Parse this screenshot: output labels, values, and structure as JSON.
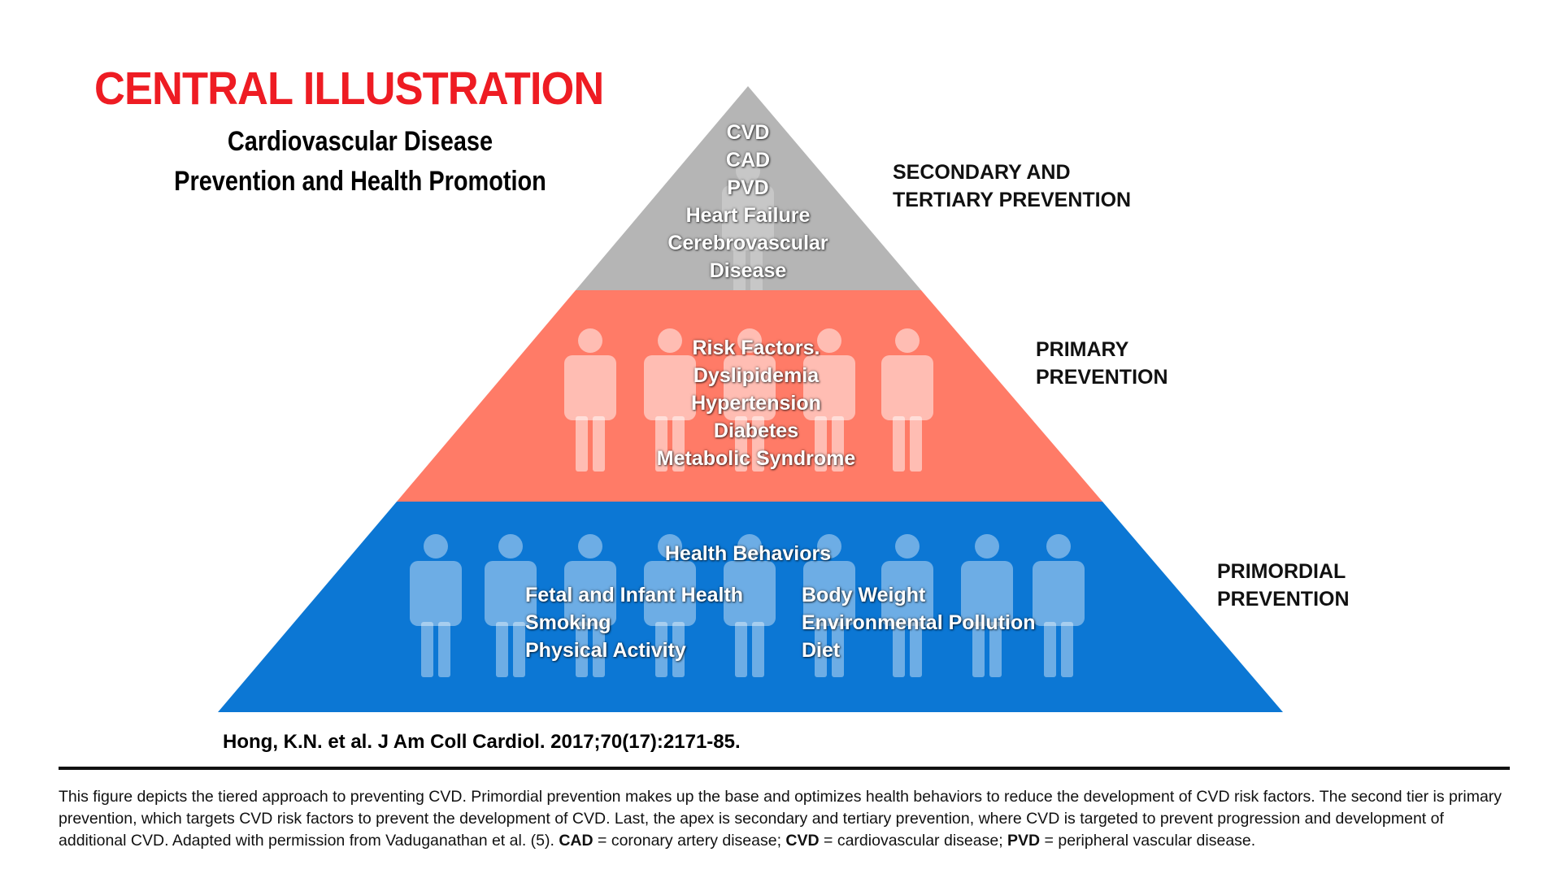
{
  "title": "CENTRAL ILLUSTRATION",
  "subtitle_line1": "Cardiovascular Disease",
  "subtitle_line2": "Prevention and Health Promotion",
  "colors": {
    "title_red": "#ee1c23",
    "apex_gray": "#b5b5b5",
    "middle_salmon": "#ff7b67",
    "base_blue": "#0c77d4",
    "person_light": "#ffffff"
  },
  "tiers": {
    "secondary": {
      "label": [
        "SECONDARY AND",
        "TERTIARY PREVENTION"
      ],
      "items": [
        "CVD",
        "CAD",
        "PVD",
        "Heart Failure",
        "Cerebrovascular",
        "Disease"
      ]
    },
    "primary": {
      "label": [
        "PRIMARY",
        "PREVENTION"
      ],
      "items": [
        "Risk Factors.",
        "Dyslipidemia",
        "Hypertension",
        "Diabetes",
        "Metabolic Syndrome"
      ]
    },
    "primordial": {
      "label": [
        "PRIMORDIAL",
        "PREVENTION"
      ],
      "heading": "Health Behaviors",
      "left_items": [
        "Fetal and Infant Health",
        "Smoking",
        "Physical Activity"
      ],
      "right_items": [
        "Body Weight",
        "Environmental Pollution",
        "Diet"
      ]
    }
  },
  "citation": "Hong, K.N. et al. J Am Coll Cardiol. 2017;70(17):2171-85.",
  "caption": {
    "text": "This figure depicts the tiered approach to preventing CVD. Primordial prevention makes up the base and optimizes health behaviors to reduce the development of CVD risk factors. The second tier is primary prevention, which targets CVD risk factors to prevent the development of CVD. Last, the apex is secondary and tertiary prevention, where CVD is targeted to prevent progression and development of additional CVD. Adapted with permission from Vaduganathan et al. (5).",
    "abbreviations": [
      {
        "abbr": "CAD",
        "def": "coronary artery disease"
      },
      {
        "abbr": "CVD",
        "def": "cardiovascular disease"
      },
      {
        "abbr": "PVD",
        "def": "peripheral vascular disease"
      }
    ]
  }
}
